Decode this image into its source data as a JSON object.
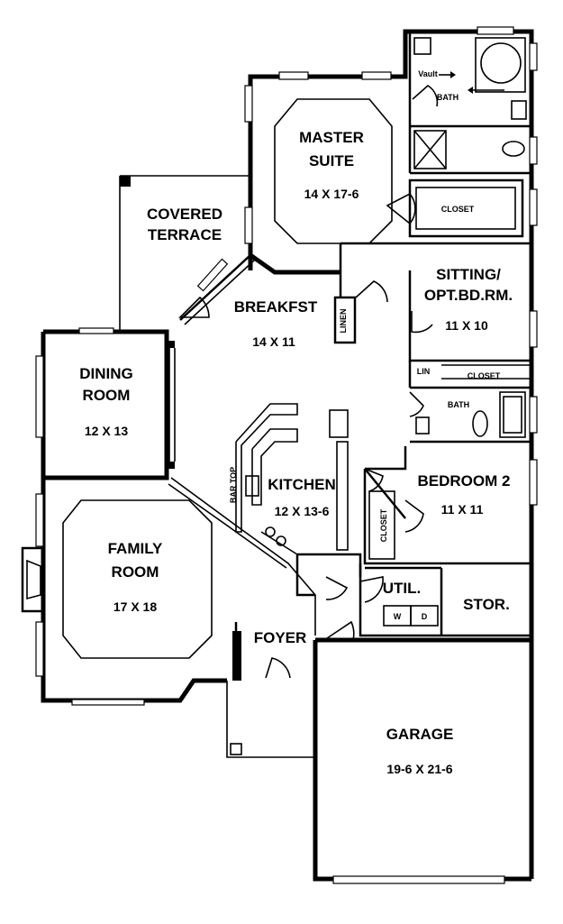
{
  "rooms": {
    "master_suite": {
      "line1": "MASTER",
      "line2": "SUITE",
      "size": "14 X 17-6"
    },
    "covered_terrace": {
      "line1": "COVERED",
      "line2": "TERRACE"
    },
    "breakfast": {
      "name": "BREAKFST",
      "size": "14 X 11"
    },
    "sitting": {
      "line1": "SITTING/",
      "line2": "OPT.BD.RM.",
      "size": "11 X 10"
    },
    "dining": {
      "line1": "DINING",
      "line2": "ROOM",
      "size": "12 X 13"
    },
    "kitchen": {
      "name": "KITCHEN",
      "size": "12 X 13-6"
    },
    "bedroom2": {
      "name": "BEDROOM 2",
      "size": "11 X 11"
    },
    "family": {
      "line1": "FAMILY",
      "line2": "ROOM",
      "size": "17 X 18"
    },
    "utility": {
      "name": "UTIL."
    },
    "storage": {
      "name": "STOR."
    },
    "foyer": {
      "name": "FOYER"
    },
    "garage": {
      "name": "GARAGE",
      "size": "19-6 X 21-6"
    }
  },
  "labels": {
    "vault": "Vault",
    "master_bath": "BATH",
    "master_closet": "CLOSET",
    "linen": "LINEN",
    "lin": "LIN",
    "hall_closet": "CLOSET",
    "hall_bath": "BATH",
    "bed2_closet": "CLOSET",
    "bar_top": "BAR TOP",
    "washer": "W",
    "dryer": "D"
  }
}
